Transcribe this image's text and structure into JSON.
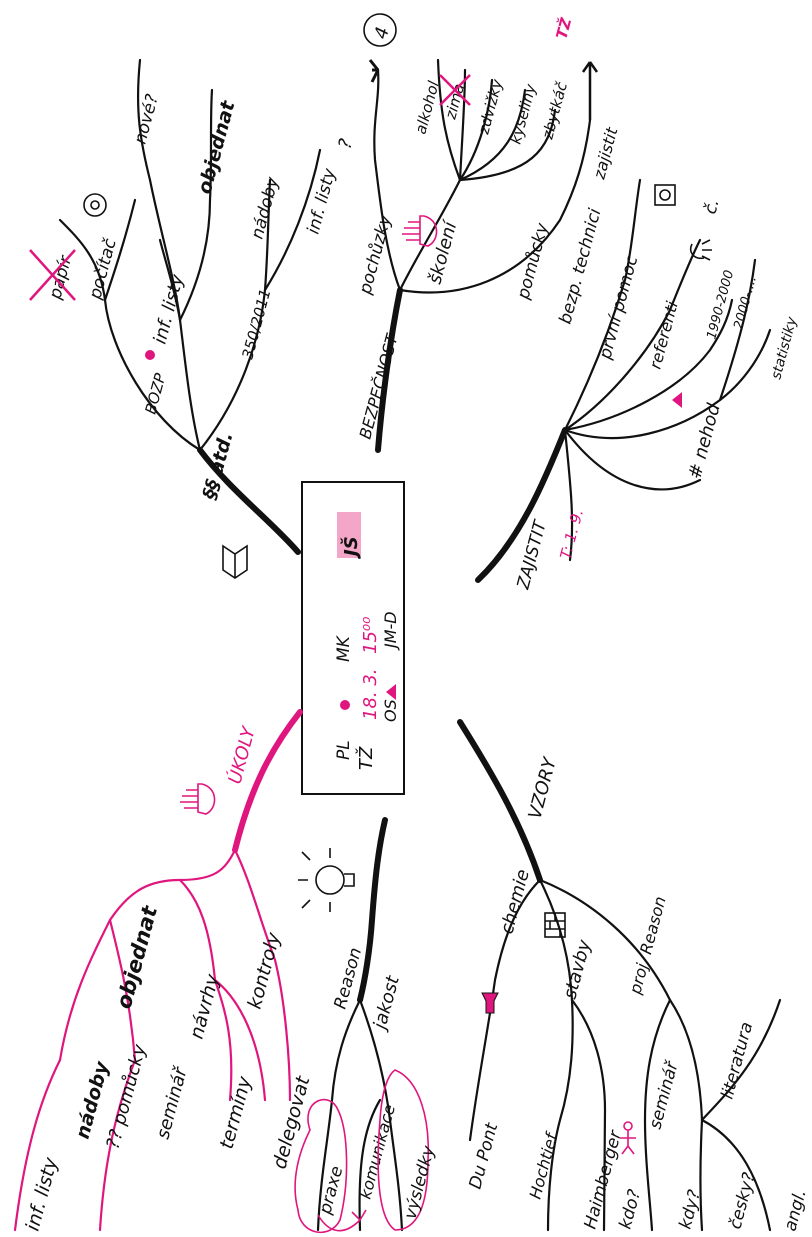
{
  "center": {
    "row1": [
      "PL",
      "MK",
      "JŠ"
    ],
    "row2": [
      "TŽ",
      "18. 3.",
      "15⁰⁰"
    ],
    "row3": [
      "OS",
      "JM-D"
    ],
    "colors": {
      "ink": "#111111",
      "accent": "#e0167f",
      "highlight": "#f4a6c8"
    }
  },
  "ukoly": {
    "title": "ÚKOLY",
    "nodes": [
      "inf. listy",
      "nádoby",
      "?? pomůcky",
      "objednat",
      "seminář",
      "návrhy",
      "kontroly",
      "termíny",
      "delegovat"
    ]
  },
  "quality": {
    "nodes": [
      "Reason",
      "jakost",
      "praxe",
      "komunikace",
      "výsledky"
    ]
  },
  "vzory": {
    "title": "VZORY",
    "nodes": [
      "chemie",
      "Du Pont",
      "stavby",
      "Hochtief",
      "Haimberger",
      "proj. Reason",
      "seminář",
      "kdo?",
      "kdy?",
      "literatura",
      "česky?",
      "angl."
    ]
  },
  "bozp": {
    "title": "BOZP",
    "nodes": [
      "§§ atd.",
      "papír",
      "počítač",
      "inf. listy",
      "nové?",
      "objednat",
      "350/2011",
      "nádoby",
      "inf. listy"
    ]
  },
  "bezpecnost": {
    "title": "BEZPEČNOST",
    "nodes": [
      "pochůzky",
      "?",
      "4",
      "školení",
      "alkohol",
      "zima",
      "zdvižky",
      "kyseliny",
      "zbytkáč",
      "TŽ",
      "pomůcky",
      "zajistit"
    ]
  },
  "zajistit": {
    "title": "ZAJISTIT",
    "deadline": "T: 1. 9.",
    "nodes": [
      "bezp. technici",
      "první pomoc",
      "č.",
      "referenti",
      "# nehod",
      "1990-2000",
      "2000-....",
      "statistiky"
    ]
  },
  "icons": [
    "hand-icon",
    "lightbulb-icon",
    "flask-icon",
    "bricks-icon",
    "book-icon",
    "circled-zero-icon",
    "camera-icon",
    "phone-icon",
    "triangle-icon",
    "dot-icon"
  ]
}
